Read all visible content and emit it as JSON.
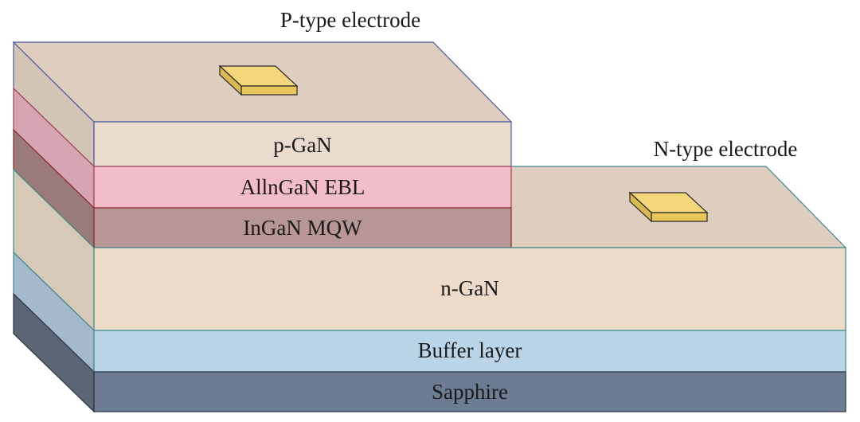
{
  "labels": {
    "p_electrode": "P-type electrode",
    "n_electrode": "N-type electrode",
    "p_gan": "p-GaN",
    "ebl": "AllnGaN EBL",
    "mqw": "InGaN MQW",
    "n_gan": "n-GaN",
    "buffer": "Buffer layer",
    "sapphire": "Sapphire"
  },
  "colors": {
    "p_gan": "#e9dccd",
    "ebl": "#f2bcc8",
    "mqw": "#b89696",
    "n_gan": "#ecdcc9",
    "buffer": "#bad5e8",
    "sapphire": "#6b7c93",
    "electrode": "#f2d372"
  }
}
